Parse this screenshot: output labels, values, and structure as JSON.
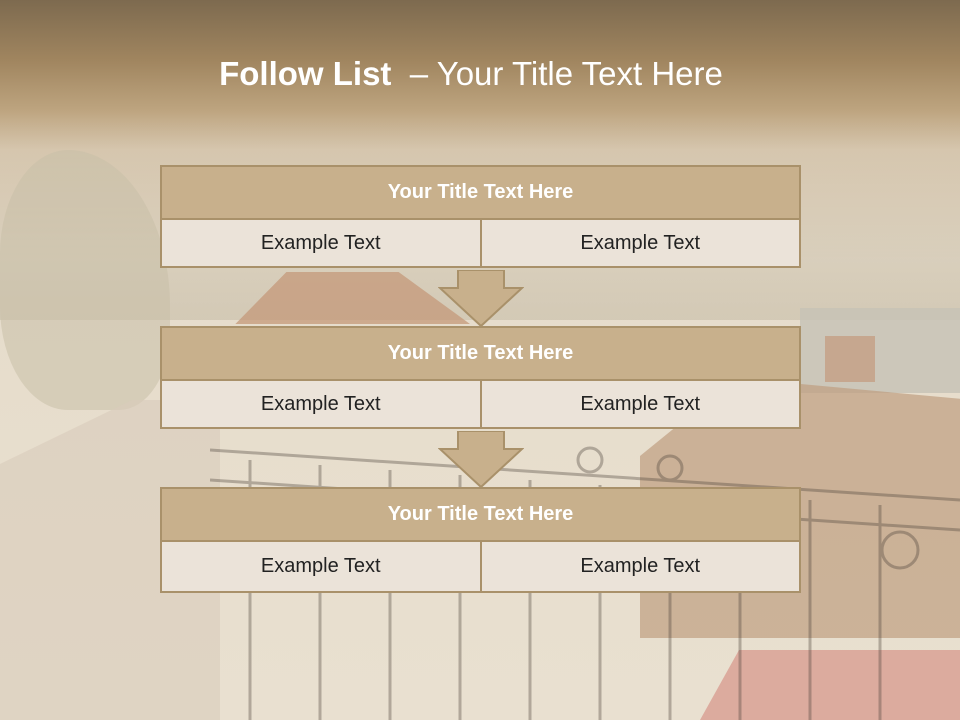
{
  "slide": {
    "title_bold": "Follow List",
    "title_rest": "– Your Title Text Here"
  },
  "blocks": [
    {
      "title": "Your Title Text Here",
      "left": "Example Text",
      "right": "Example Text"
    },
    {
      "title": "Your Title Text Here",
      "left": "Example Text",
      "right": "Example Text"
    },
    {
      "title": "Your Title Text Here",
      "left": "Example Text",
      "right": "Example Text"
    }
  ],
  "colors": {
    "header_fill": "#c8b08c",
    "border": "#a9916a",
    "cell_fill": "#ebe3d9",
    "title_text": "#ffffff"
  }
}
